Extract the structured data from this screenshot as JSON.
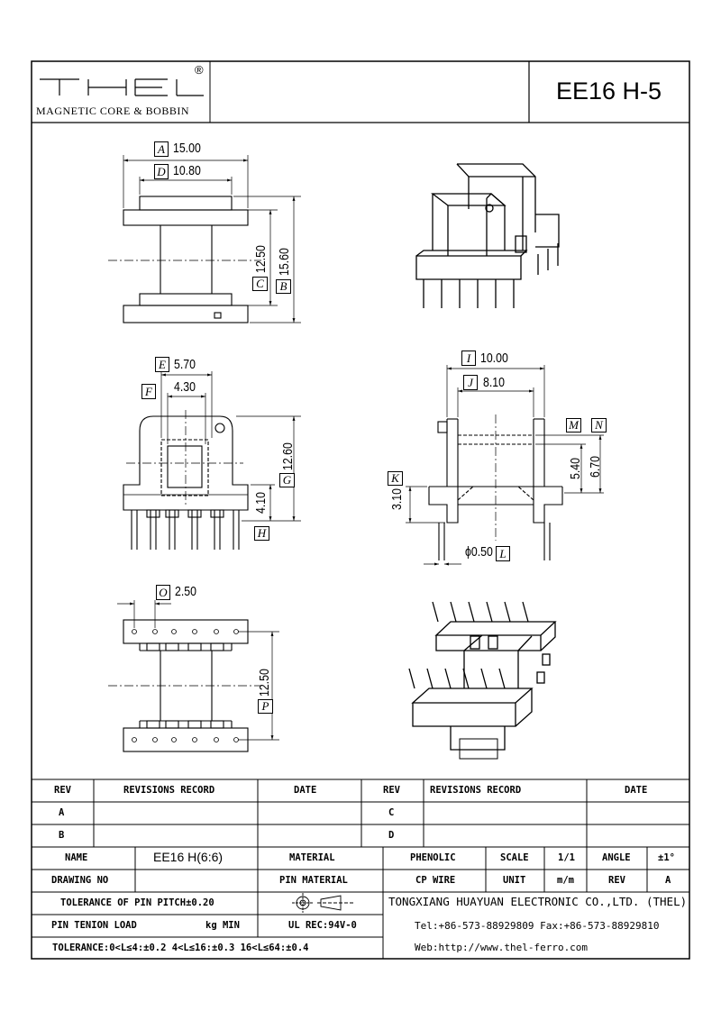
{
  "header": {
    "logo_mark": "THEL",
    "registered": "®",
    "logo_subtitle": "MAGNETIC CORE & BOBBIN",
    "part_number": "EE16 H-5"
  },
  "dimensions": {
    "A": {
      "letter": "A",
      "value": "15.00"
    },
    "D": {
      "letter": "D",
      "value": "10.80"
    },
    "C": {
      "letter": "C",
      "value": "12.50"
    },
    "B": {
      "letter": "B",
      "value": "15.60"
    },
    "E": {
      "letter": "E",
      "value": "5.70"
    },
    "F": {
      "letter": "F",
      "value": "4.30"
    },
    "G": {
      "letter": "G",
      "value": "12.60"
    },
    "H": {
      "letter": "H",
      "value": "4.10"
    },
    "I": {
      "letter": "I",
      "value": "10.00"
    },
    "J": {
      "letter": "J",
      "value": "8.10"
    },
    "M": {
      "letter": "M",
      "value": "5.40"
    },
    "N": {
      "letter": "N",
      "value": "6.70"
    },
    "K": {
      "letter": "K",
      "value": "3.10"
    },
    "L": {
      "letter": "L",
      "value": "ϕ0.50"
    },
    "O": {
      "letter": "O",
      "value": "2.50"
    },
    "P": {
      "letter": "P",
      "value": "12.50"
    }
  },
  "revisions": {
    "col_rev": "REV",
    "col_record": "REVISIONS RECORD",
    "col_date": "DATE",
    "rows_left": [
      "A",
      "B"
    ],
    "rows_right": [
      "C",
      "D"
    ]
  },
  "spec": {
    "name_label": "NAME",
    "name_value": "EE16 H(6:6)",
    "material_label": "MATERIAL",
    "material_value": "PHENOLIC",
    "scale_label": "SCALE",
    "scale_value": "1/1",
    "angle_label": "ANGLE",
    "angle_value": "±1°",
    "drawing_no_label": "DRAWING NO",
    "pin_material_label": "PIN MATERIAL",
    "pin_material_value": "CP WIRE",
    "unit_label": "UNIT",
    "unit_value": "m/m",
    "rev_label": "REV",
    "rev_value": "A",
    "pitch_tolerance": "TOLERANCE OF PIN PITCH±0.20",
    "pin_load_label": "PIN TENION LOAD",
    "pin_load_unit": "kg MIN",
    "ul_rec": "UL REC:94V-0",
    "tolerance_line": "TOLERANCE:0<L≤4:±0.2  4<L≤16:±0.3  16<L≤64:±0.4"
  },
  "company": {
    "name": "TONGXIANG HUAYUAN ELECTRONIC CO.,LTD. (THEL)",
    "tel_fax": "Tel:+86-573-88929809 Fax:+86-573-88929810",
    "web": "Web:http://www.thel-ferro.com"
  }
}
